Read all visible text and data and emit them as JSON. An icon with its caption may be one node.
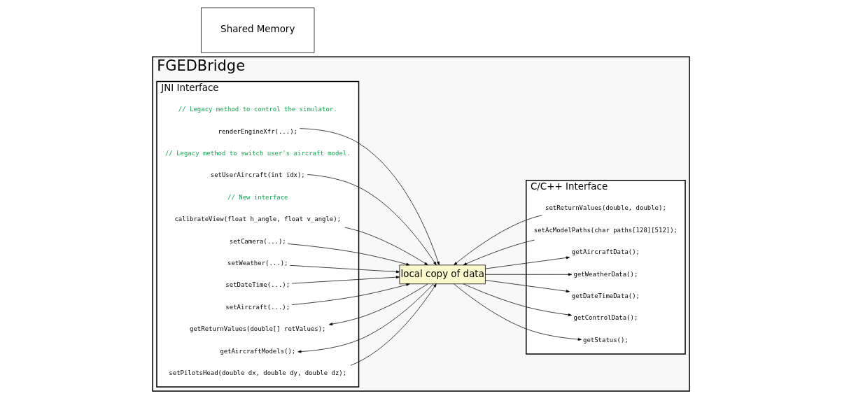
{
  "diagram": {
    "nodes": [
      {
        "text": [
          "FGEDBridge"
        ]
      },
      {
        "text": [
          "JNI Interface"
        ],
        "in": 0
      },
      {
        "text": [
          "renderEngineXfr(...);"
        ],
        "in": 1
      },
      {
        "text": [
          "setUserAircraft(int idx);"
        ],
        "in": 1
      },
      {
        "text": [
          "calibrateView(float h_angle, float v_angle);"
        ],
        "in": 1
      },
      {
        "text": [
          "setCamera(...);"
        ],
        "in": 1
      },
      {
        "text": [
          "setWeather(...);"
        ],
        "in": 1
      },
      {
        "text": [
          "setDateTime(...);"
        ],
        "in": 1
      },
      {
        "text": [
          "setAircraft(...);"
        ],
        "in": 1
      },
      {
        "text": [
          "getReturnValues(double[] retValues);"
        ],
        "in": 1
      },
      {
        "text": [
          "getAircraftModels();"
        ],
        "in": 1
      },
      {
        "text": [
          "setPilotsHead(double dx, double dy, double dz);"
        ],
        "in": 1
      },
      {
        "text": [
          "C/C++ Interface"
        ],
        "in": 0
      },
      {
        "text": [
          "setReturnValues(double, double);"
        ],
        "in": 12
      },
      {
        "text": [
          "setAcModelPaths(char paths[128][512]);"
        ],
        "in": 12
      },
      {
        "text": [
          "getAircraftData();"
        ],
        "in": 12
      },
      {
        "text": [
          "getWeatherData();"
        ],
        "in": 12
      },
      {
        "text": [
          "getDateTimeData();"
        ],
        "in": 12
      },
      {
        "text": [
          "getControlData();"
        ],
        "in": 12
      },
      {
        "text": [
          "getStatus();"
        ],
        "in": 12
      },
      {
        "text": [
          "local copy of data"
        ],
        "in": 0
      },
      {
        "text": [
          "Shared Memory"
        ]
      }
    ],
    "edges": [
      {
        "from": 2,
        "to": 20,
        "arrow": "to"
      },
      {
        "from": 3,
        "to": 20,
        "arrow": "to"
      },
      {
        "from": 4,
        "to": 20,
        "arrow": "to"
      },
      {
        "from": 5,
        "to": 20,
        "arrow": "to"
      },
      {
        "from": 6,
        "to": 20,
        "arrow": "to"
      },
      {
        "from": 7,
        "to": 20,
        "arrow": "to"
      },
      {
        "from": 8,
        "to": 20,
        "arrow": "to"
      },
      {
        "from": 20,
        "to": 9,
        "arrow": "to"
      },
      {
        "from": 20,
        "to": 10,
        "arrow": "to"
      },
      {
        "from": 11,
        "to": 20,
        "arrow": "to"
      },
      {
        "from": 13,
        "to": 20,
        "arrow": "to"
      },
      {
        "from": 14,
        "to": 20,
        "arrow": "to"
      },
      {
        "from": 20,
        "to": 15,
        "arrow": "to"
      },
      {
        "from": 20,
        "to": 16,
        "arrow": "to"
      },
      {
        "from": 20,
        "to": 17,
        "arrow": "to"
      },
      {
        "from": 20,
        "to": 18,
        "arrow": "to"
      },
      {
        "from": 20,
        "to": 19,
        "arrow": "to"
      }
    ],
    "labels": [
      "// Legacy method to control the simulator.",
      "// Legacy method to switch user's aircraft model.",
      "// New interface"
    ]
  }
}
